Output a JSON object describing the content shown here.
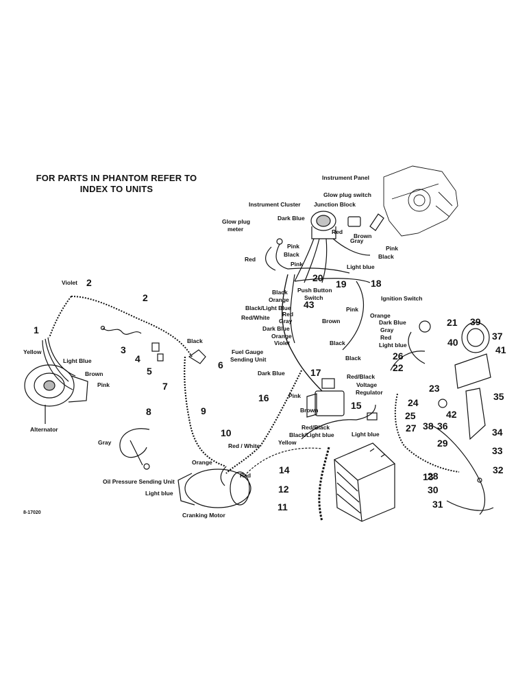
{
  "header": {
    "line1": "FOR PARTS IN PHANTOM REFER TO",
    "line2": "INDEX TO UNITS"
  },
  "drawing_code": "8-17020",
  "colors": {
    "ink": "#111111",
    "paper": "#ffffff"
  },
  "labels": {
    "instrument_panel": "Instrument Panel",
    "glow_plug_switch": "Glow plug switch",
    "instrument_cluster": "Instrument Cluster",
    "junction_block": "Junction Block",
    "glow_plug_meter_1": "Glow plug",
    "glow_plug_meter_2": "meter",
    "dark_blue_top": "Dark Blue",
    "red_top": "Red",
    "brown_top": "Brown",
    "pink_top_right": "Pink",
    "black_top_right": "Black",
    "gray_top": "Gray",
    "light_blue_top": "Light blue",
    "pink_mid1": "Pink",
    "black_mid1": "Black",
    "red_left": "Red",
    "pink_mid2": "Pink",
    "violet": "Violet",
    "push_button_1": "Push Button",
    "push_button_2": "Switch",
    "ignition_switch": "Ignition Switch",
    "black_pb": "Black",
    "orange_pb": "Orange",
    "black_light_blue_pb": "Black/Light Blue",
    "red_pb": "Red",
    "red_white_pb": "Red/White",
    "gray_pb": "Gray",
    "pink_ign": "Pink",
    "brown_ign": "Brown",
    "orange_r": "Orange",
    "dark_blue_r": "Dark Blue",
    "gray_r": "Gray",
    "red_r": "Red",
    "light_blue_r": "Light blue",
    "dark_blue_fg": "Dark Blue",
    "orange_fg": "Orange",
    "violet_fg": "Violet",
    "black_fg": "Black",
    "fuel_gauge_1": "Fuel Gauge",
    "fuel_gauge_2": "Sending Unit",
    "black_right": "Black",
    "dark_blue_low": "Dark Blue",
    "black_left": "Black",
    "yellow_alt": "Yellow",
    "light_blue_alt": "Light Blue",
    "brown_alt": "Brown",
    "pink_alt": "Pink",
    "alternator": "Alternator",
    "red_black_vr": "Red/Black",
    "voltage": "Voltage",
    "regulator": "Regulator",
    "pink_vr": "Pink",
    "brown_vr": "Brown",
    "red_black_low": "Red/Black",
    "black_light_blue_low": "Black/Light blue",
    "yellow_low": "Yellow",
    "light_blue_low": "Light blue",
    "gray_oil": "Gray",
    "oil_pressure": "Oil Pressure Sending Unit",
    "red_white_cm": "Red / White",
    "orange_cm": "Orange",
    "red_cm": "Red",
    "light_blue_cm": "Light blue",
    "cranking_motor": "Cranking Motor"
  },
  "callouts": {
    "n1": "1",
    "n2a": "2",
    "n2b": "2",
    "n3": "3",
    "n4": "4",
    "n5": "5",
    "n6": "6",
    "n7": "7",
    "n8": "8",
    "n9": "9",
    "n10": "10",
    "n11": "11",
    "n12": "12",
    "n13": "13",
    "n14": "14",
    "n15": "15",
    "n16": "16",
    "n17": "17",
    "n18": "18",
    "n19": "19",
    "n20": "20",
    "n21": "21",
    "n22": "22",
    "n23": "23",
    "n24": "24",
    "n25": "25",
    "n26": "26",
    "n27": "27",
    "n28": "28",
    "n29": "29",
    "n30": "30",
    "n31": "31",
    "n32": "32",
    "n33": "33",
    "n34": "34",
    "n35": "35",
    "n36": "36",
    "n37": "37",
    "n38": "38",
    "n39": "39",
    "n40": "40",
    "n41": "41",
    "n42": "42",
    "n43": "43"
  }
}
